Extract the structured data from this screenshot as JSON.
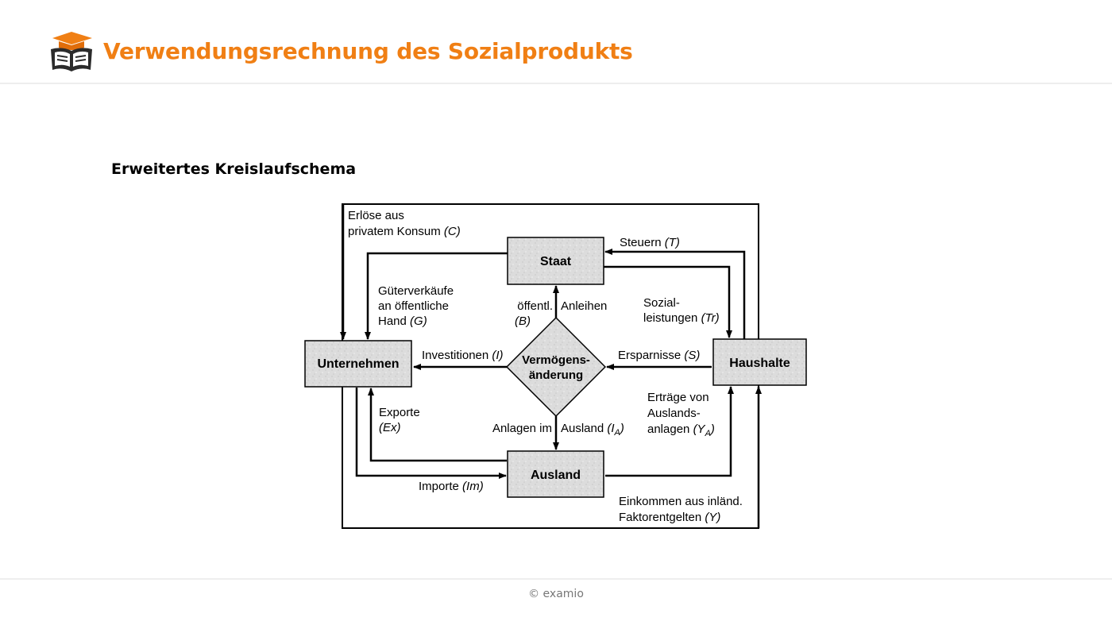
{
  "header": {
    "title": "Verwendungsrechnung des Sozialprodukts",
    "logo_icon": "graduation-cap-book-icon",
    "accent_color": "#f07f14"
  },
  "section": {
    "title": "Erweitertes Kreislaufschema"
  },
  "diagram": {
    "nodes": {
      "staat": "Staat",
      "unternehmen": "Unternehmen",
      "haushalte": "Haushalte",
      "ausland": "Ausland",
      "vermoegen_line1": "Vermögens-",
      "vermoegen_line2": "änderung"
    },
    "flows": {
      "konsum_line1": "Erlöse aus",
      "konsum_line2": "privatem Konsum ",
      "konsum_var": "(C)",
      "steuern": "Steuern ",
      "steuern_var": "(T)",
      "gueter_line1": "Güterverkäufe",
      "gueter_line2": "an öffentliche",
      "gueter_line3": "Hand ",
      "gueter_var": "(G)",
      "anleihen_left": "öffentl.",
      "anleihen_right": "Anleihen",
      "anleihen_var": "(B)",
      "sozial_line1": "Sozial-",
      "sozial_line2": "leistungen ",
      "sozial_var": "(Tr)",
      "investitionen": "Investitionen ",
      "investitionen_var": "(I)",
      "ersparnisse": "Ersparnisse ",
      "ersparnisse_var": "(S)",
      "exporte": "Exporte",
      "exporte_var": "(Ex)",
      "anlagen_left": "Anlagen im",
      "anlagen_right": "Ausland ",
      "anlagen_var": "(I",
      "anlagen_sub": "A",
      "anlagen_close": ")",
      "ertraege_line1": "Erträge von",
      "ertraege_line2": "Auslands-",
      "ertraege_line3": "anlagen ",
      "ertraege_var": "(Y",
      "ertraege_sub": "A",
      "ertraege_close": ")",
      "importe": "Importe ",
      "importe_var": "(Im)",
      "einkommen_line1": "Einkommen aus inländ.",
      "einkommen_line2": "Faktorentgelten ",
      "einkommen_var": "(Y)"
    }
  },
  "footer": {
    "copyright": "© examio"
  }
}
